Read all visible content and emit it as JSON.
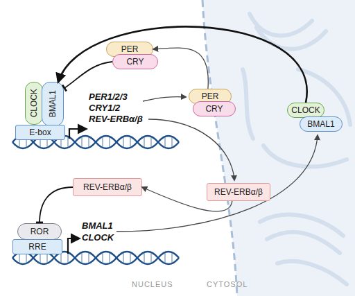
{
  "diagram": {
    "nodes": [
      {
        "text": [
          "PER"
        ]
      },
      {
        "text": [
          "CRY"
        ]
      },
      {
        "text": [
          "CLOCK"
        ]
      },
      {
        "text": [
          "BMAL1"
        ]
      },
      {
        "text": [
          "E-box"
        ]
      },
      {
        "text": [
          "PER"
        ]
      },
      {
        "text": [
          "CRY"
        ]
      },
      {
        "text": [
          "CLOCK"
        ]
      },
      {
        "text": [
          "BMAL1"
        ]
      },
      {
        "text": [
          "REV-ERBα/β"
        ]
      },
      {
        "text": [
          "REV-ERBα/β"
        ]
      },
      {
        "text": [
          "ROR"
        ]
      },
      {
        "text": [
          "RRE"
        ]
      }
    ],
    "edges": [
      {
        "from": 7,
        "to": 3,
        "arrow": "to"
      },
      {
        "from": 5,
        "to": 0,
        "arrow": "to"
      },
      {
        "from": 1,
        "to": 3,
        "arrow": "to"
      },
      {
        "from": 9,
        "to": 10,
        "arrow": "to"
      },
      {
        "from": 10,
        "to": 11,
        "arrow": "to"
      }
    ],
    "labels": [
      "PER1/2/3",
      "CRY1/2",
      "REV-ERBα/β",
      "BMAL1",
      "CLOCK",
      "NUCLEUS",
      "CYTOSOL"
    ]
  }
}
